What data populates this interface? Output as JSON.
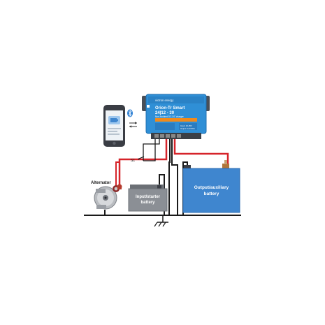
{
  "device": {
    "brand": "victron energy",
    "model_line1": "Orion-Tr Smart",
    "model_line2": "24|12 - 30",
    "subtitle": "Non-isolated DC-DC charger",
    "spec_line1": "Input: 10-35V",
    "spec_line2": "Output: 12V/30A"
  },
  "labels": {
    "alternator": "Alternator",
    "switch": "S1",
    "input_battery_line1": "Input/starter",
    "input_battery_line2": "battery",
    "output_battery_line1": "Output/auxiliary",
    "output_battery_line2": "battery"
  },
  "colors": {
    "device_blue": "#2f8fd6",
    "battery_blue": "#3f86cf",
    "battery_grey": "#8b8f95",
    "wire_red": "#d6242a",
    "wire_black": "#1a1a1a",
    "phone_body": "#3a3d44",
    "bluetooth": "#2d7fd3"
  },
  "icons": {
    "bluetooth": "bluetooth-icon",
    "ground": "ground-icon",
    "data_arrows": "bidirectional-arrows-icon"
  }
}
